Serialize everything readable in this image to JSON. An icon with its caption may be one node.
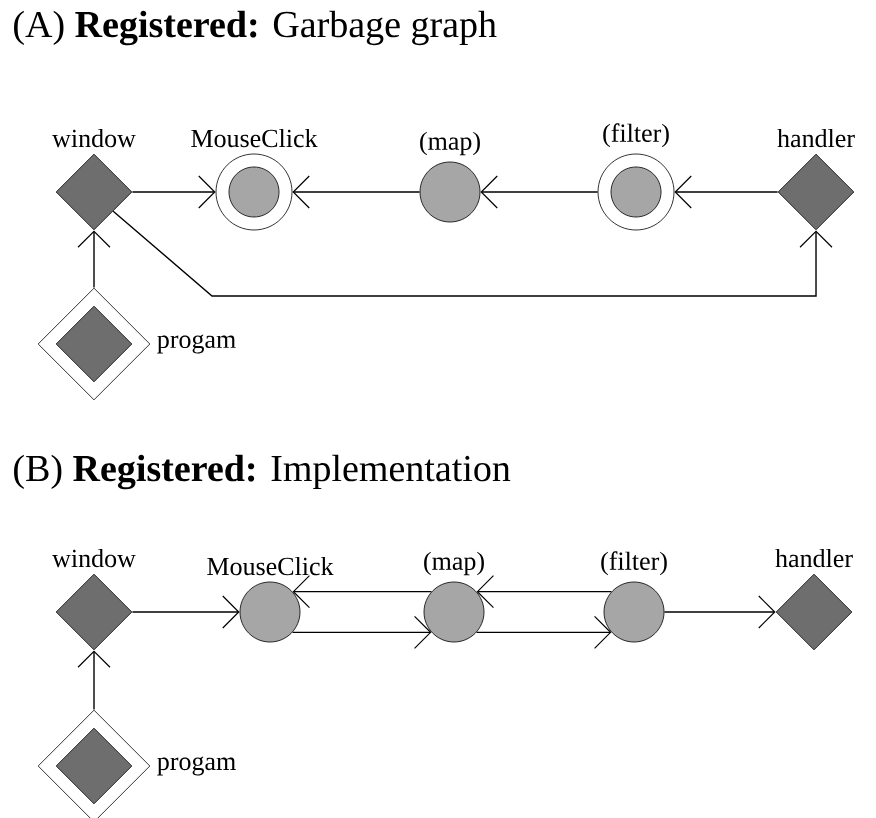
{
  "diagram": {
    "nodes": [
      {
        "text": [
          "window"
        ]
      },
      {
        "text": [
          "MouseClick"
        ]
      },
      {
        "text": [
          "(map)"
        ]
      },
      {
        "text": [
          "(filter)"
        ]
      },
      {
        "text": [
          "handler"
        ]
      },
      {
        "text": [
          "progam"
        ]
      },
      {
        "text": [
          "window"
        ]
      },
      {
        "text": [
          "MouseClick"
        ]
      },
      {
        "text": [
          "(map)"
        ]
      },
      {
        "text": [
          "(filter)"
        ]
      },
      {
        "text": [
          "handler"
        ]
      },
      {
        "text": [
          "progam"
        ]
      }
    ],
    "edges": [
      {
        "from": 0,
        "to": 1,
        "arrow": "to"
      },
      {
        "from": 2,
        "to": 1,
        "arrow": "to"
      },
      {
        "from": 3,
        "to": 2,
        "arrow": "to"
      },
      {
        "from": 4,
        "to": 3,
        "arrow": "to"
      },
      {
        "from": 0,
        "to": 4,
        "arrow": "to"
      },
      {
        "from": 5,
        "to": 0,
        "arrow": "to"
      },
      {
        "from": 6,
        "to": 7,
        "arrow": "to"
      },
      {
        "from": 8,
        "to": 7,
        "arrow": "to"
      },
      {
        "from": 7,
        "to": 8,
        "arrow": "to"
      },
      {
        "from": 9,
        "to": 8,
        "arrow": "to"
      },
      {
        "from": 8,
        "to": 9,
        "arrow": "to"
      },
      {
        "from": 9,
        "to": 10,
        "arrow": "to"
      },
      {
        "from": 11,
        "to": 6,
        "arrow": "to"
      }
    ],
    "labels": [
      "(A) **Registered:** Garbage graph",
      "(B) **Registered:** Implementation"
    ]
  }
}
